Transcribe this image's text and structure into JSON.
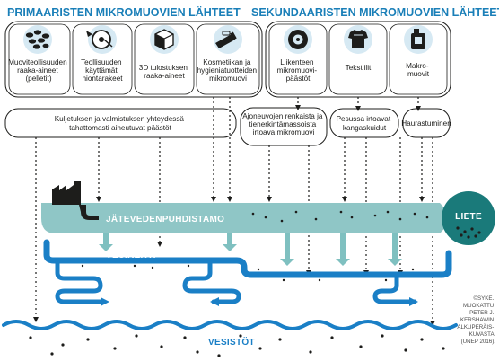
{
  "headers": {
    "primary": "PRIMAARISTEN MIKROMUOVIEN LÄHTEET",
    "secondary": "SEKUNDAARISTEN MIKROMUOVIEN LÄHTEET"
  },
  "primary_sources": [
    {
      "lines": [
        "Muoviteollisuuden",
        "raaka-aineet",
        "(pelletit)"
      ],
      "icon": "pellets-icon"
    },
    {
      "lines": [
        "Teollisuuden",
        "käyttämät",
        "hiontarakeet"
      ],
      "icon": "grinding-disc-icon"
    },
    {
      "lines": [
        "3D tulostuksen",
        "raaka-aineet"
      ],
      "icon": "3d-print-cube-icon"
    },
    {
      "lines": [
        "Kosmetiikan ja",
        "hygieniatuotteiden",
        "mikromuovi"
      ],
      "icon": "cosmetics-tube-icon"
    }
  ],
  "secondary_sources": [
    {
      "lines": [
        "Liikenteen",
        "mikromuovi-",
        "päästöt"
      ],
      "icon": "tire-icon"
    },
    {
      "lines": [
        "Tekstiilit"
      ],
      "icon": "tshirt-icon"
    },
    {
      "lines": [
        "Makro-",
        "muovit"
      ],
      "icon": "canister-icon"
    }
  ],
  "pathway_boxes": [
    {
      "lines": [
        "Kuljetuksen ja valmistuksen yhteydessä",
        "tahattomasti aiheutuvat päästöt"
      ]
    },
    {
      "lines": [
        "Ajoneuvojen renkaista ja",
        "tienerkintämassoista",
        "irtoava mikromuovi"
      ]
    },
    {
      "lines": [
        "Pesussa irtoavat",
        "kangaskuidut"
      ]
    },
    {
      "lines": [
        "Haurastuminen"
      ]
    }
  ],
  "flows": {
    "wastewater": "JÄTEVEDENPUHDISTAMO",
    "sludge": "LIETE",
    "stormwater": "VESIREITIT",
    "water_bodies": "VESISTÖT"
  },
  "credit_lines": [
    "©SYKE.",
    "MUOKATTU",
    "PETER J.",
    "KERSHAWIN",
    "ALKUPERÄIS-",
    "KUVASTA",
    "(UNEP 2016)."
  ],
  "colors": {
    "header_blue": "#1a7fb8",
    "plant_band": "#8fc6c6",
    "river_blue": "#1a7fc6",
    "sludge_teal": "#1a7a7a",
    "icon_bg": "#d6e9f3",
    "arrow_teal": "#7fc0c0",
    "ink": "#1d1d1b"
  }
}
